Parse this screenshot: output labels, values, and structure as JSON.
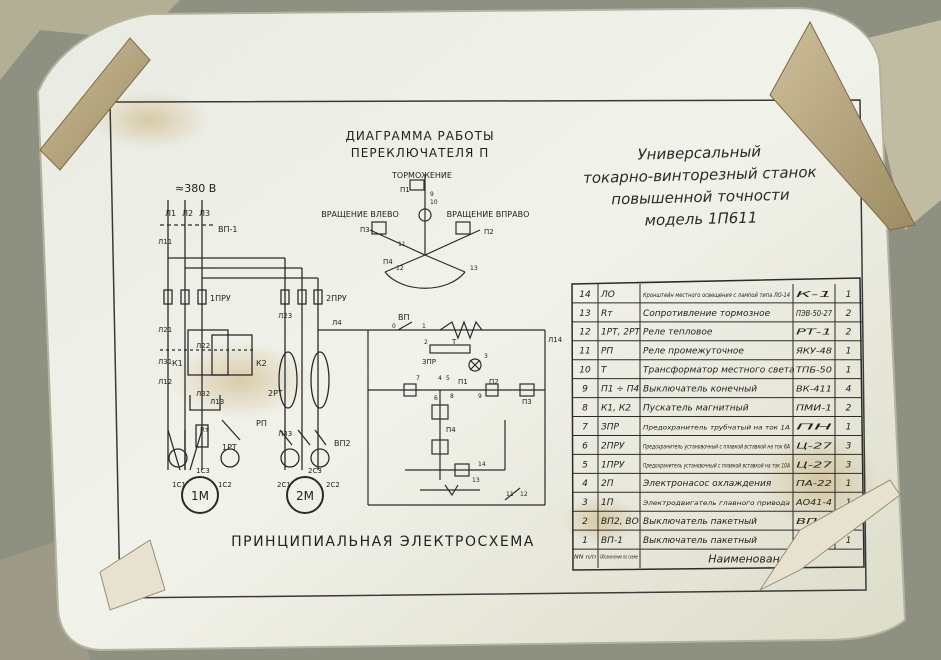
{
  "diagram": {
    "title_lines": [
      "Универсальный",
      "токарно-винторезный станок",
      "повышенной точности",
      "модель 1П611"
    ],
    "switch_diagram": {
      "title_lines": [
        "ДИАГРАММА РАБОТЫ",
        "ПЕРЕКЛЮЧАТЕЛЯ П"
      ],
      "label_top": "ТОРМОЖЕНИЕ",
      "label_left": "ВРАЩЕНИЕ ВЛЕВО",
      "label_right": "ВРАЩЕНИЕ ВПРАВО",
      "contact_labels": [
        "П1",
        "П2",
        "П3",
        "П4",
        "9",
        "10",
        "11",
        "12",
        "13"
      ]
    },
    "supply_label": "≈380 В",
    "caption": "ПРИНЦИПИАЛЬНАЯ ЭЛЕКТРОСХЕМА",
    "circuit_labels": {
      "phases": [
        "Л1",
        "Л2",
        "Л3"
      ],
      "switch_main": "ВП-1",
      "switch_second": "ВП2",
      "fuse_1": "1ПРУ",
      "fuse_2": "2ПРУ",
      "lines": [
        "Л11",
        "Л21",
        "Л31",
        "Л12",
        "Л22",
        "Л32",
        "Л13",
        "Л23",
        "Л33",
        "Л4",
        "Л14"
      ],
      "contactors": [
        "К1",
        "К2"
      ],
      "thermal_relays": [
        "1РТ",
        "2РТ"
      ],
      "intermediate_relay": "РП",
      "resistor": "Rт",
      "motor_1": "1М",
      "motor_2": "2М",
      "motor_1_terminals": [
        "1С1",
        "1С2",
        "1С3"
      ],
      "motor_2_terminals": [
        "2С1",
        "2С2",
        "2С3"
      ],
      "switch_control": "ВП",
      "fuse_control": "3ПР",
      "lamp_transformer": "Т",
      "limit_switches": [
        "П1",
        "П2",
        "П3",
        "П4"
      ],
      "wire_numbers": [
        "0",
        "1",
        "2",
        "3",
        "4",
        "5",
        "6",
        "7",
        "8",
        "9",
        "11",
        "12",
        "13",
        "14"
      ]
    },
    "parts_table": {
      "header": {
        "num": "NN п/п",
        "code": "Обозначение по схеме",
        "name": "Наименование",
        "type": "",
        "qty": ""
      },
      "rows": [
        {
          "num": "14",
          "code": "ЛО",
          "name": "Кронштейн местного освещения с лампой типа ЛО-14",
          "type": "К-1",
          "qty": "1"
        },
        {
          "num": "13",
          "code": "Rт",
          "name": "Сопротивление тормозное",
          "type": "ПЭВ-50-27",
          "qty": "2"
        },
        {
          "num": "12",
          "code": "1РТ, 2РТ",
          "name": "Реле тепловое",
          "type": "РТ-1",
          "qty": "2"
        },
        {
          "num": "11",
          "code": "РП",
          "name": "Реле промежуточное",
          "type": "ЯКУ-48",
          "qty": "1"
        },
        {
          "num": "10",
          "code": "Т",
          "name": "Трансформатор местного света",
          "type": "ТПБ-50",
          "qty": "1"
        },
        {
          "num": "9",
          "code": "П1 ÷ П4",
          "name": "Выключатель конечный",
          "type": "ВК-411",
          "qty": "4"
        },
        {
          "num": "8",
          "code": "К1, К2",
          "name": "Пускатель магнитный",
          "type": "ПМИ-1",
          "qty": "2"
        },
        {
          "num": "7",
          "code": "ЗПР",
          "name": "Предохранитель трубчатый на ток 1А",
          "type": "ПН",
          "qty": "1"
        },
        {
          "num": "6",
          "code": "2ПРУ",
          "name": "Предохранитель установочный с плавкой вставкой на ток 6А",
          "type": "Ц-27",
          "qty": "3"
        },
        {
          "num": "5",
          "code": "1ПРУ",
          "name": "Предохранитель установочный с плавкой вставкой на ток 10А",
          "type": "Ц-27",
          "qty": "3"
        },
        {
          "num": "4",
          "code": "2П",
          "name": "Электронасос охлаждения",
          "type": "ПА-22",
          "qty": "1"
        },
        {
          "num": "3",
          "code": "1П",
          "name": "Электродвигатель главного привода",
          "type": "АО41-4",
          "qty": "1"
        },
        {
          "num": "2",
          "code": "ВП2, ВО",
          "name": "Выключатель пакетный",
          "type": "ВП-3",
          "qty": "2"
        },
        {
          "num": "1",
          "code": "ВП-1",
          "name": "Выключатель пакетный",
          "type": "ВП-3",
          "qty": "1"
        }
      ]
    }
  }
}
